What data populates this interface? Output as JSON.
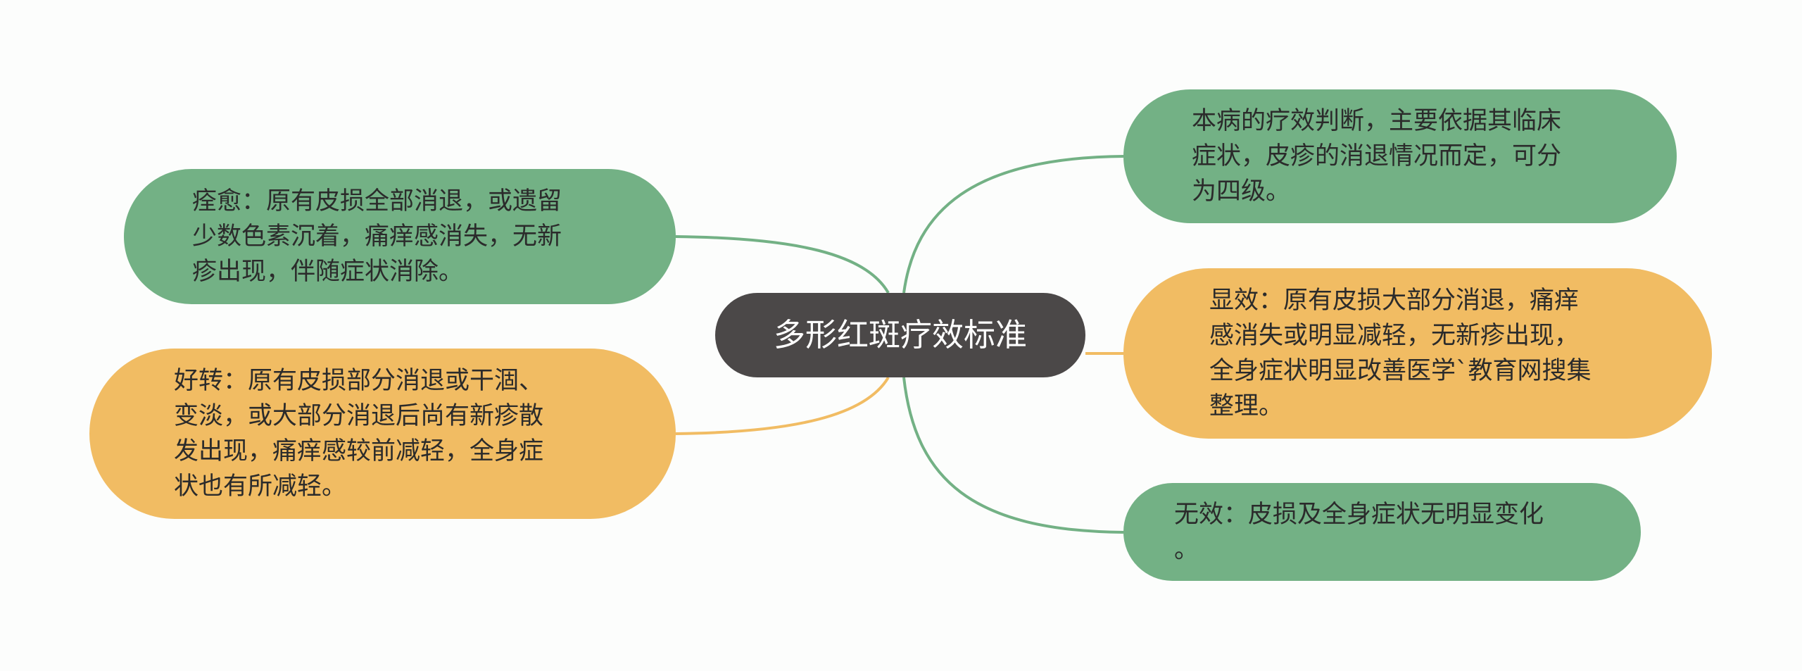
{
  "colors": {
    "background": "#fcfdfc",
    "center_fill": "#4b4848",
    "center_text": "#ffffff",
    "green_fill": "#73b185",
    "yellow_fill": "#f1bc63",
    "green_line": "#73b185",
    "yellow_line": "#f1bc63",
    "node_text": "#2b2b2b"
  },
  "center": {
    "title": "多形红斑疗效标准"
  },
  "left_nodes": [
    {
      "text": "痊愈：原有皮损全部消退，或遗留\n少数色素沉着，痛痒感消失，无新\n疹出现，伴随症状消除。",
      "color": "green"
    },
    {
      "text": "好转：原有皮损部分消退或干涸、\n变淡，或大部分消退后尚有新疹散\n发出现，痛痒感较前减轻，全身症\n状也有所减轻。",
      "color": "yellow"
    }
  ],
  "right_nodes": [
    {
      "text": "本病的疗效判断，主要依据其临床\n症状，皮疹的消退情况而定，可分\n为四级。",
      "color": "green"
    },
    {
      "text": "显效：原有皮损大部分消退，痛痒\n感消失或明显减轻，无新疹出现，\n全身症状明显改善医学`教育网搜集\n整理。",
      "color": "yellow"
    },
    {
      "text": "无效：皮损及全身症状无明显变化\n。",
      "color": "green"
    }
  ]
}
